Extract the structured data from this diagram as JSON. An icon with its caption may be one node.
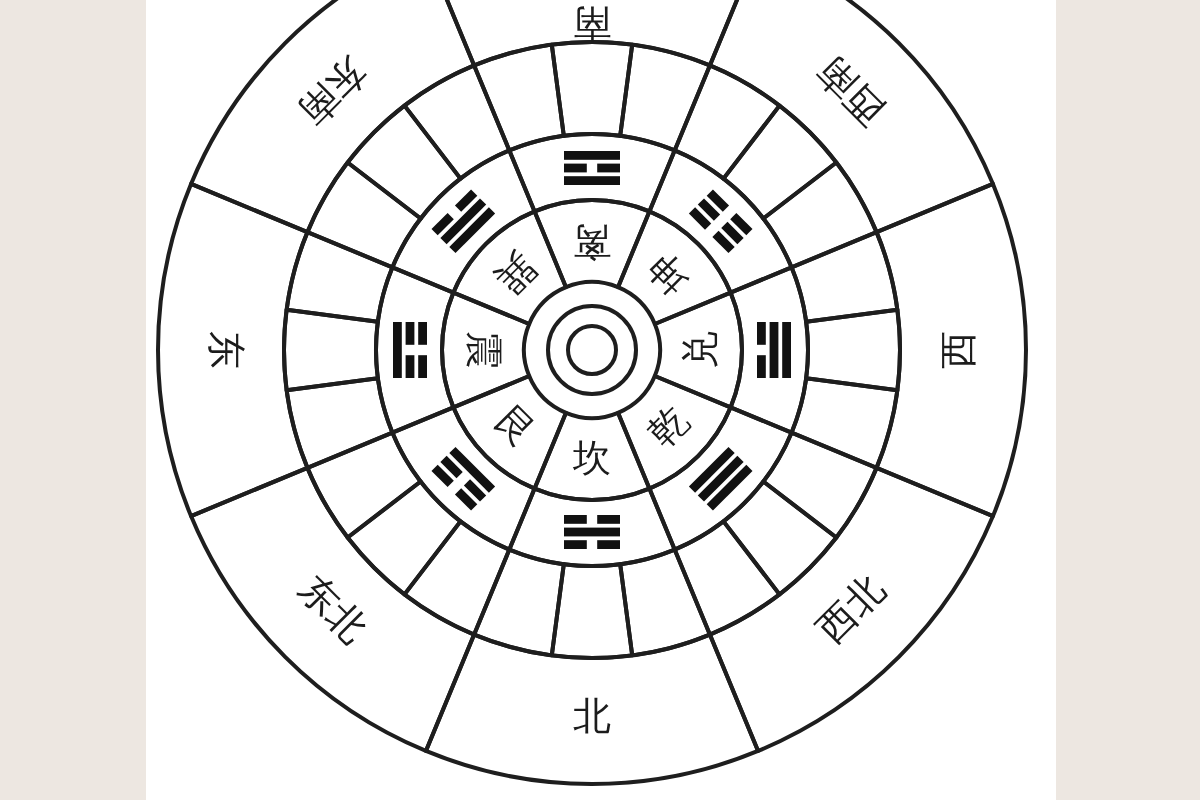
{
  "diagram": {
    "nodes": [
      {
        "text": [
          "南"
        ]
      },
      {
        "text": [
          "西南"
        ]
      },
      {
        "text": [
          "西"
        ]
      },
      {
        "text": [
          "西北"
        ]
      },
      {
        "text": [
          "北"
        ]
      },
      {
        "text": [
          "东北"
        ]
      },
      {
        "text": [
          "东"
        ]
      },
      {
        "text": [
          "东南"
        ]
      },
      {
        "text": [
          "离"
        ]
      },
      {
        "text": [
          "坤"
        ]
      },
      {
        "text": [
          "兑"
        ]
      },
      {
        "text": [
          "乾"
        ]
      },
      {
        "text": [
          "坎"
        ]
      },
      {
        "text": [
          "艮"
        ]
      },
      {
        "text": [
          "震"
        ]
      },
      {
        "text": [
          "巽"
        ]
      }
    ]
  }
}
